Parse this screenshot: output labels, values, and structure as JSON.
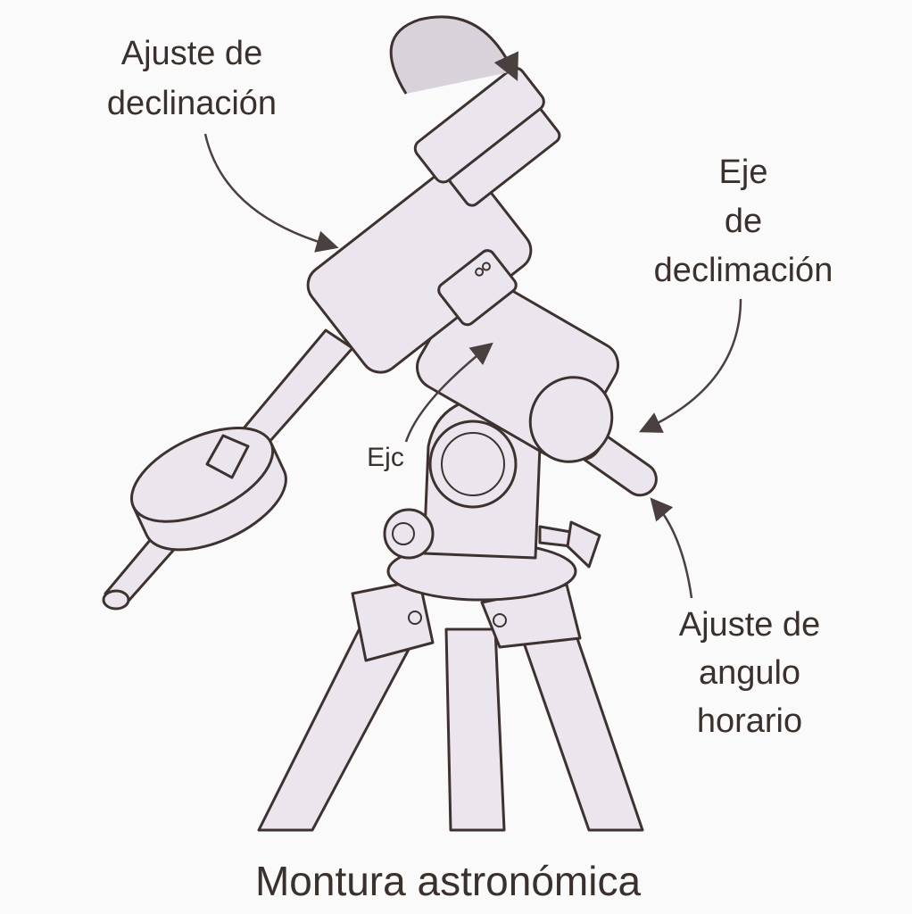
{
  "labels": {
    "declination_adjust": [
      "Ajuste de",
      "declinación"
    ],
    "declination_axis": [
      "Eje",
      "de",
      "declimación"
    ],
    "axis_short": "Ejc",
    "hour_angle_adjust": [
      "Ajuste de",
      "angulo",
      "horario"
    ]
  },
  "caption": "Montura astronómica",
  "colors": {
    "background": "#fbfafb",
    "fill": "#ebe6ee",
    "stroke": "#3d3230",
    "text": "#3a302c"
  }
}
